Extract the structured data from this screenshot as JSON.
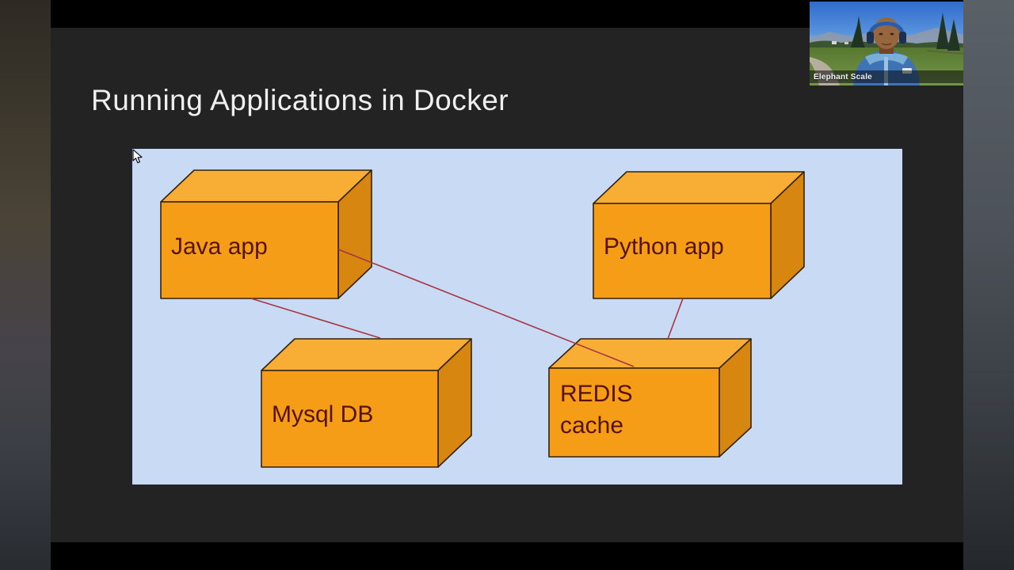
{
  "view": {
    "kind": "screen-share-with-webcam"
  },
  "slide": {
    "title": "Running Applications in Docker"
  },
  "diagram": {
    "nodes": [
      {
        "id": "java-app",
        "label": "Java app"
      },
      {
        "id": "python-app",
        "label": "Python app"
      },
      {
        "id": "mysql-db",
        "label": "Mysql DB"
      },
      {
        "id": "redis-cache",
        "label": "REDIS cache"
      }
    ],
    "edges": [
      {
        "from": "java-app",
        "to": "redis-cache"
      },
      {
        "from": "java-app",
        "to": "mysql-db"
      },
      {
        "from": "python-app",
        "to": "redis-cache"
      }
    ]
  },
  "webcam": {
    "name_label": "Elephant Scale"
  },
  "colors": {
    "slide_bg": "#232323",
    "panel_bg": "#c9daf5",
    "box_front": "#f59d16",
    "box_top": "#f8ad35",
    "box_side": "#d7860f",
    "box_outline": "#33230c",
    "box_text": "#551208",
    "connector": "#a83640",
    "title_text": "#efefef"
  }
}
